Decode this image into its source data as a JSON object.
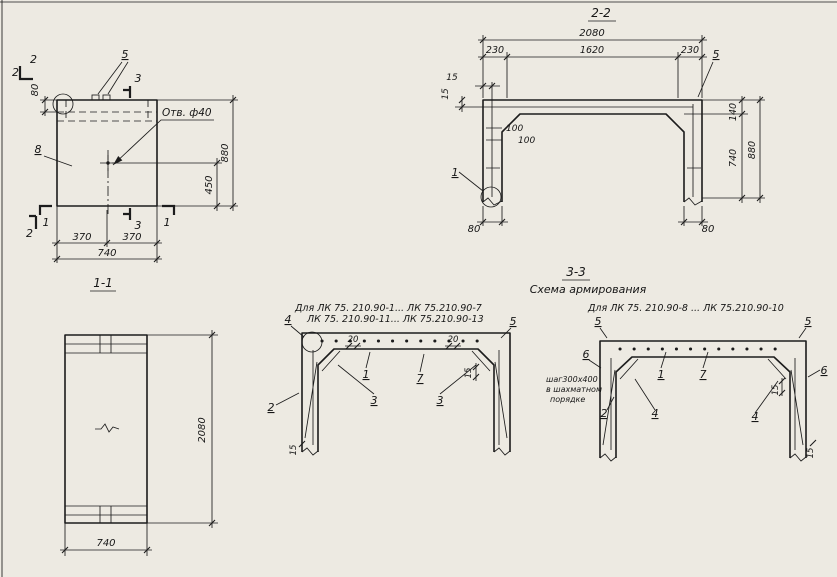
{
  "plan": {
    "sec2_a": "2",
    "sec2_b": "2",
    "sec2_c": "2",
    "pos5": "5",
    "pos3_top": "3",
    "pos3_bot": "3",
    "pos8": "8",
    "sec1_l": "1",
    "sec1_r": "1",
    "hole_note": "Отв. ф40",
    "d80": "80",
    "d880": "880",
    "d450": "450",
    "d370a": "370",
    "d370b": "370",
    "d740": "740"
  },
  "s22": {
    "title": "2-2",
    "d2080": "2080",
    "d230a": "230",
    "d1620": "1620",
    "d230b": "230",
    "d15a": "15",
    "d15b": "15",
    "d100a": "100",
    "d100b": "100",
    "d140": "140",
    "d740": "740",
    "d880": "880",
    "d80a": "80",
    "d80b": "80",
    "pos1": "1",
    "pos5": "5"
  },
  "s11": {
    "title": "1-1",
    "d2080": "2080",
    "d740": "740"
  },
  "s33": {
    "title": "3-3",
    "subtitle": "Схема армирования",
    "left": {
      "cap1": "Для ЛК 75. 210.90-1... ЛК 75.210.90-7",
      "cap2": "ЛК 75. 210.90-11... ЛК 75.210.90-13",
      "pos4": "4",
      "pos5": "5",
      "d20a": "20",
      "d20b": "20",
      "d15a": "15",
      "d15b": "15",
      "pos1": "1",
      "pos7": "7",
      "pos3a": "3",
      "pos3b": "3",
      "pos2": "2"
    },
    "right": {
      "cap": "Для ЛК 75. 210.90-8 ... ЛК 75.210.90-10",
      "pos5a": "5",
      "pos5b": "5",
      "pos6a": "6",
      "pos6b": "6",
      "note1": "шаг300х400",
      "note2": "в шахматном",
      "note3": "порядке",
      "pos1": "1",
      "pos7": "7",
      "pos2": "2",
      "pos4a": "4",
      "pos4b": "4",
      "d15a": "15",
      "d15b": "15"
    }
  }
}
